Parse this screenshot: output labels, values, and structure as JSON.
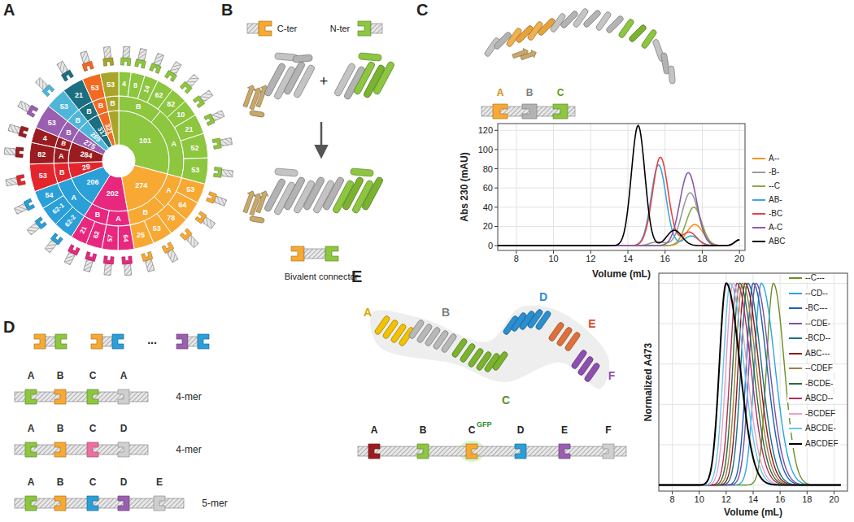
{
  "diagram": {
    "labels": [
      "A",
      "101",
      "B",
      "A",
      "4",
      "8",
      "14",
      "62",
      "82",
      "10",
      "21",
      "52",
      "53",
      "274",
      "A",
      "B",
      "53",
      "64",
      "78",
      "53",
      "25",
      "202",
      "A",
      "B",
      "64",
      "57",
      "62",
      "21",
      "206",
      "A",
      "62-2",
      "62-1",
      "54",
      "29",
      "B",
      "53",
      "284",
      "A",
      "B",
      "82",
      "4",
      "275",
      "B",
      "53",
      "289",
      "B",
      "53",
      "317",
      "B",
      "21",
      "321",
      "B",
      "53",
      "B",
      "53",
      "B",
      "C-ter",
      "N-ter",
      "+",
      "Bivalent connector",
      "C",
      "A",
      "B",
      "C",
      "0",
      "20",
      "40",
      "60",
      "80",
      "100",
      "120",
      "8",
      "10",
      "12",
      "14",
      "16",
      "18",
      "20",
      "Abs 230 (mAU)",
      "Volume (mL)",
      "D",
      "...",
      "A",
      "B",
      "C",
      "A",
      "4-mer",
      "A",
      "B",
      "C",
      "D",
      "4-mer",
      "A",
      "B",
      "C",
      "D",
      "E",
      "5-mer",
      "E",
      "A",
      "B",
      "C",
      "D",
      "E",
      "F",
      "A",
      "B",
      "C",
      "GFP",
      "D",
      "E",
      "F",
      "8",
      "10",
      "12",
      "14",
      "16",
      "18",
      "20",
      "Normalized A473",
      "Volume (mL)"
    ],
    "legend": [
      {
        "text": "A--"
      },
      {
        "text": "-B-"
      },
      {
        "text": "--C"
      },
      {
        "text": "AB-"
      },
      {
        "text": "-BC"
      },
      {
        "text": "A-C"
      },
      {
        "text": "ABC"
      },
      {
        "text": "--C---"
      },
      {
        "text": "--CD--"
      },
      {
        "text": "-BC---"
      },
      {
        "text": "--CDE-"
      },
      {
        "text": "-BCD--"
      },
      {
        "text": "ABC---"
      },
      {
        "text": "--CDEF"
      },
      {
        "text": "-BCDE-"
      },
      {
        "text": "ABCD--"
      },
      {
        "text": "-BCDEF"
      },
      {
        "text": "ABCDE-"
      },
      {
        "text": "ABCDEF"
      }
    ]
  }
}
